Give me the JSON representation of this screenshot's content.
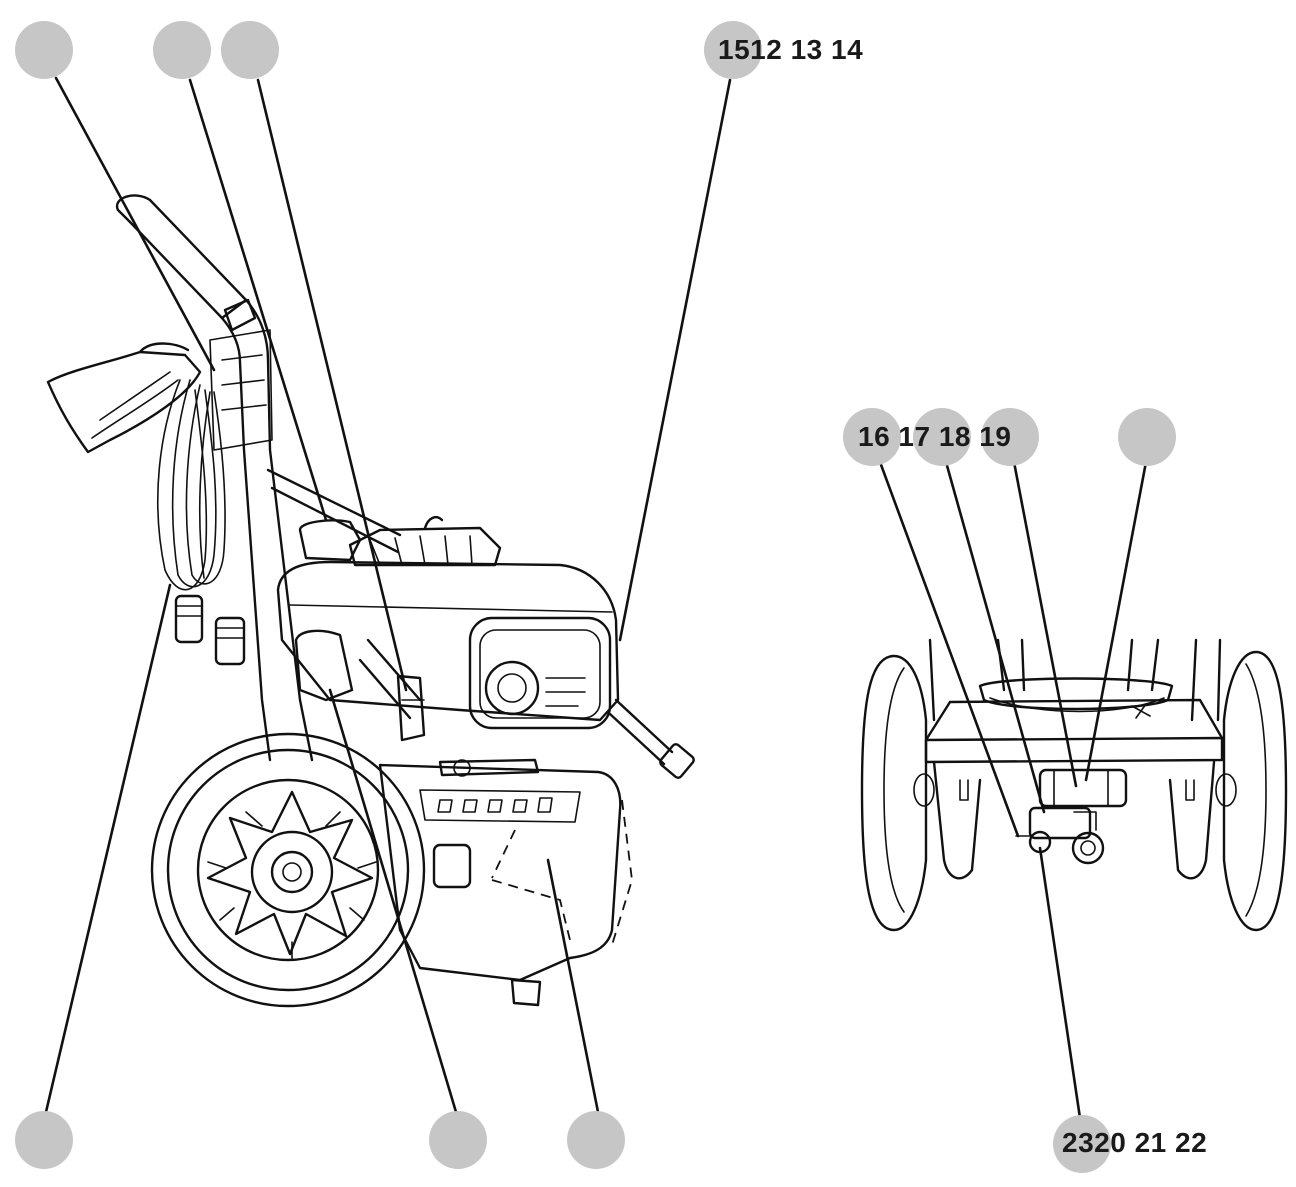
{
  "callout_labels": {
    "top_right": "1512 13 14",
    "right_middle": "16 17 18 19",
    "bottom_right": "2320 21 22"
  }
}
